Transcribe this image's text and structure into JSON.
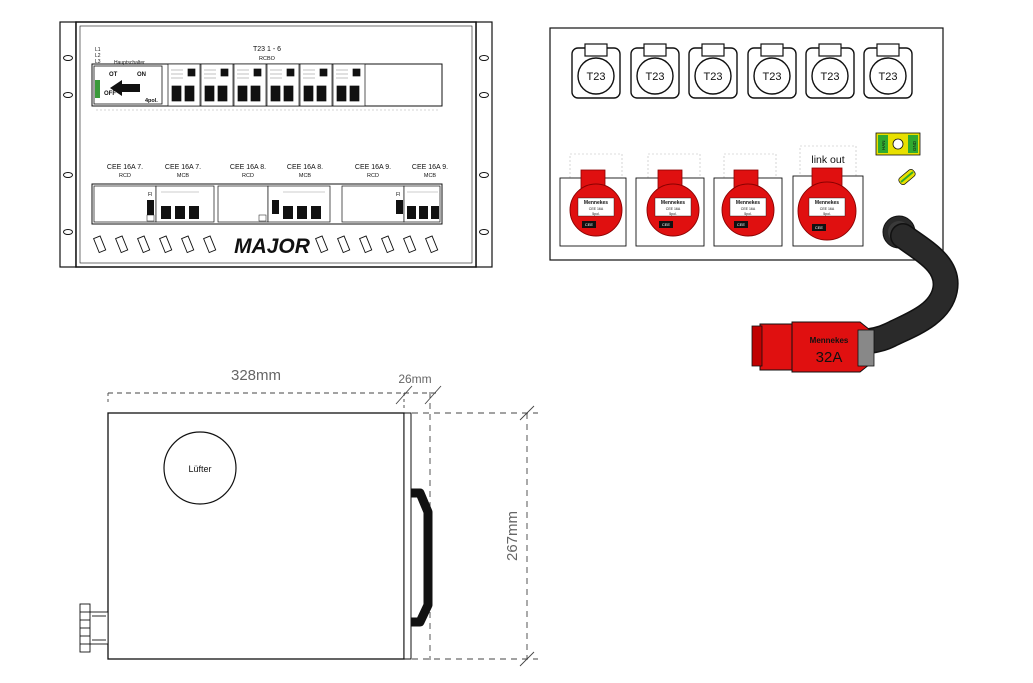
{
  "front_panel": {
    "phase_labels": [
      "L1",
      "L2",
      "L3"
    ],
    "main_switch": {
      "title": "Hauptschalter",
      "on": "ON",
      "ot": "OT",
      "off": "OFF",
      "poles": "4pol."
    },
    "top_header": "T23 1 - 6",
    "top_sub": "RCBO",
    "lower_groups": [
      {
        "title": "CEE 16A 7.",
        "sub": "RCD"
      },
      {
        "title": "CEE 16A 7.",
        "sub": "MCB"
      },
      {
        "title": "CEE 16A 8.",
        "sub": "RCD"
      },
      {
        "title": "CEE 16A 8.",
        "sub": "MCB"
      },
      {
        "title": "CEE 16A 9.",
        "sub": "RCD"
      },
      {
        "title": "CEE 16A 9.",
        "sub": "MCB"
      }
    ],
    "rcd_label": "FI",
    "brand": "MAJOR"
  },
  "back_panel": {
    "sockets": [
      "T23",
      "T23",
      "T23",
      "T23",
      "T23",
      "T23"
    ],
    "cee_brand": "Mennekes",
    "cee_rating": "CEE 16A",
    "cee_pins": "5pol.",
    "cee_badge": "CEE",
    "link_out": "link out",
    "ground_label_left": "HAN",
    "ground_label_right": "GND",
    "plug_brand": "Mennekes",
    "plug_rating": "32A"
  },
  "side_view": {
    "width_label": "328mm",
    "depth_label": "26mm",
    "height_label": "267mm",
    "fan_label": "Lüfter"
  },
  "colors": {
    "cee_red": "#e01010",
    "cable": "#2a2a2a",
    "ground_yellow": "#e8e000",
    "ground_green": "#2faa2f"
  }
}
